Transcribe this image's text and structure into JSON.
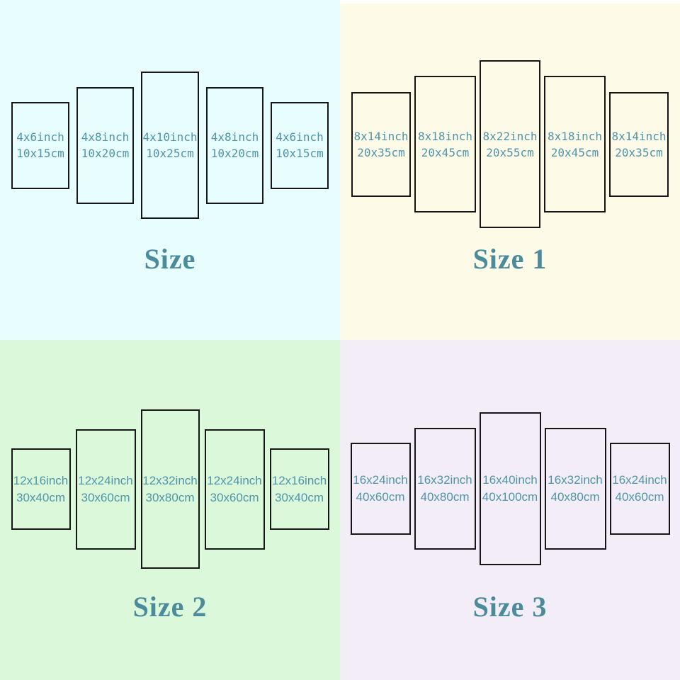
{
  "colors": {
    "panel_text": "#4e95a9",
    "title_text": "#4c8b9b",
    "panel_border": "#161616"
  },
  "quadrants": [
    {
      "title": "Size",
      "bg": "#e8fdfd",
      "panels": [
        {
          "inches": "4x6inch",
          "cm": "10x15cm"
        },
        {
          "inches": "4x8inch",
          "cm": "10x20cm"
        },
        {
          "inches": "4x10inch",
          "cm": "10x25cm"
        },
        {
          "inches": "4x8inch",
          "cm": "10x20cm"
        },
        {
          "inches": "4x6inch",
          "cm": "10x15cm"
        }
      ]
    },
    {
      "title": "Size 1",
      "bg": "#fdfbe7",
      "panels": [
        {
          "inches": "8x14inch",
          "cm": "20x35cm"
        },
        {
          "inches": "8x18inch",
          "cm": "20x45cm"
        },
        {
          "inches": "8x22inch",
          "cm": "20x55cm"
        },
        {
          "inches": "8x18inch",
          "cm": "20x45cm"
        },
        {
          "inches": "8x14inch",
          "cm": "20x35cm"
        }
      ]
    },
    {
      "title": "Size 2",
      "bg": "#dbf9da",
      "panels": [
        {
          "inches": "12x16inch",
          "cm": "30x40cm"
        },
        {
          "inches": "12x24inch",
          "cm": "30x60cm"
        },
        {
          "inches": "12x32inch",
          "cm": "30x80cm"
        },
        {
          "inches": "12x24inch",
          "cm": "30x60cm"
        },
        {
          "inches": "12x16inch",
          "cm": "30x40cm"
        }
      ]
    },
    {
      "title": "Size 3",
      "bg": "#f3edf8",
      "panels": [
        {
          "inches": "16x24inch",
          "cm": "40x60cm"
        },
        {
          "inches": "16x32inch",
          "cm": "40x80cm"
        },
        {
          "inches": "16x40inch",
          "cm": "40x100cm"
        },
        {
          "inches": "16x32inch",
          "cm": "40x80cm"
        },
        {
          "inches": "16x24inch",
          "cm": "40x60cm"
        }
      ]
    }
  ]
}
